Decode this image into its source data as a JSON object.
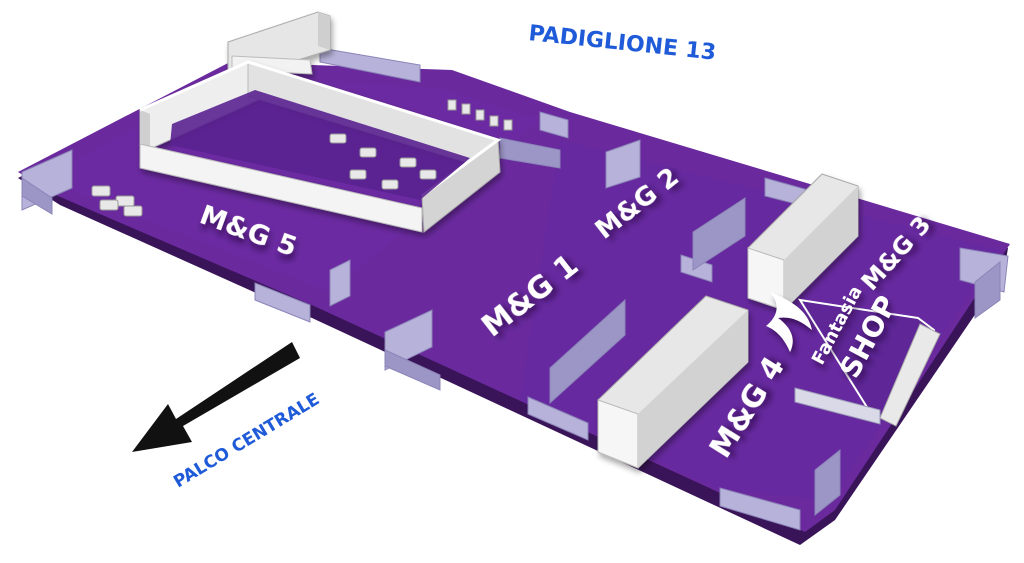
{
  "header": {
    "pavilion_label": "PADIGLIONE 13"
  },
  "directions": {
    "main_stage_label": "PALCO CENTRALE"
  },
  "areas": [
    {
      "id": "mg5",
      "label": "M&G 5"
    },
    {
      "id": "mg1",
      "label": "M&G 1"
    },
    {
      "id": "mg2",
      "label": "M&G 2"
    },
    {
      "id": "mg3",
      "label": "M&G 3"
    },
    {
      "id": "mg4",
      "label": "M&G 4"
    }
  ],
  "shop": {
    "brand_label": "Fantasia",
    "shop_label": "SHOP"
  },
  "colors": {
    "floor": "#6a2a9e",
    "floor_dark": "#4f1d78",
    "floor_edge": "#3a1459",
    "wall_top": "#f4f4f4",
    "wall_side": "#c9c9c9",
    "panel": "#b7b2d9",
    "title_text": "#1f5bd8",
    "arrow": "#111111"
  }
}
